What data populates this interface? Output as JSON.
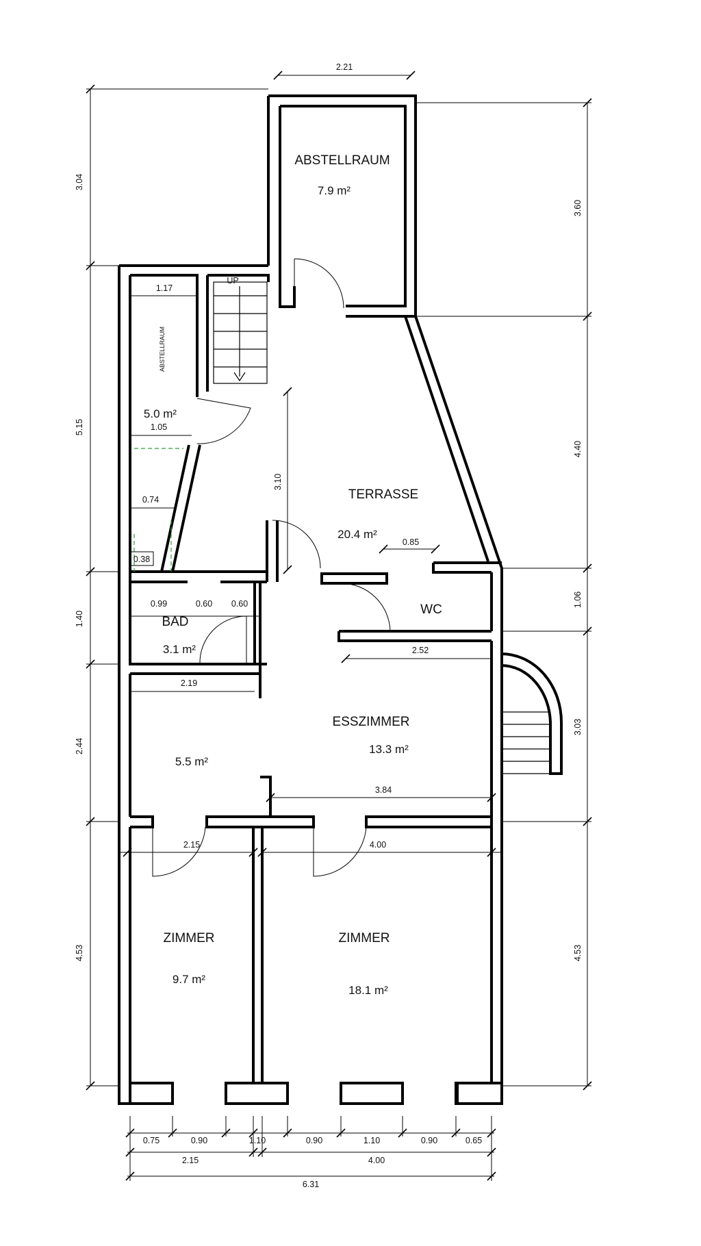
{
  "rooms": {
    "abstellraum_top": {
      "name": "ABSTELLRAUM",
      "area": "7.9 m²"
    },
    "abstellraum_left": {
      "name": "ABSTELLRAUM",
      "area": "5.0 m²"
    },
    "stairs": {
      "label": "UP"
    },
    "terrasse": {
      "name": "TERRASSE",
      "area": "20.4 m²"
    },
    "wc": {
      "name": "WC"
    },
    "bad": {
      "name": "BAD",
      "area": "3.1 m²"
    },
    "flur": {
      "area": "5.5 m²"
    },
    "esszimmer": {
      "name": "ESSZIMMER",
      "area": "13.3 m²"
    },
    "zimmer_left": {
      "name": "ZIMMER",
      "area": "9.7 m²"
    },
    "zimmer_right": {
      "name": "ZIMMER",
      "area": "18.1 m²"
    }
  },
  "dimensions": {
    "top_width": "2.21",
    "left_304": "3.04",
    "left_515": "5.15",
    "left_140": "1.40",
    "left_244": "2.44",
    "left_453": "4.53",
    "right_360": "3.60",
    "right_440": "4.40",
    "right_106": "1.06",
    "right_303": "3.03",
    "right_453": "4.53",
    "abst_117": "1.17",
    "abst_105": "1.05",
    "abst_074": "0.74",
    "abst_038": "0.38",
    "terr_310": "3.10",
    "terr_085": "0.85",
    "bad_099": "0.99",
    "bad_060a": "0.60",
    "bad_060b": "0.60",
    "wc_252": "2.52",
    "flur_219": "2.19",
    "ess_384": "3.84",
    "zim_215": "2.15",
    "zim_400": "4.00",
    "bot_075": "0.75",
    "bot_090a": "0.90",
    "bot_110a": "1.10",
    "bot_090b": "0.90",
    "bot_110b": "1.10",
    "bot_090c": "0.90",
    "bot_065": "0.65",
    "bot_215": "2.15",
    "bot_400": "4.00",
    "bot_631": "6.31"
  }
}
